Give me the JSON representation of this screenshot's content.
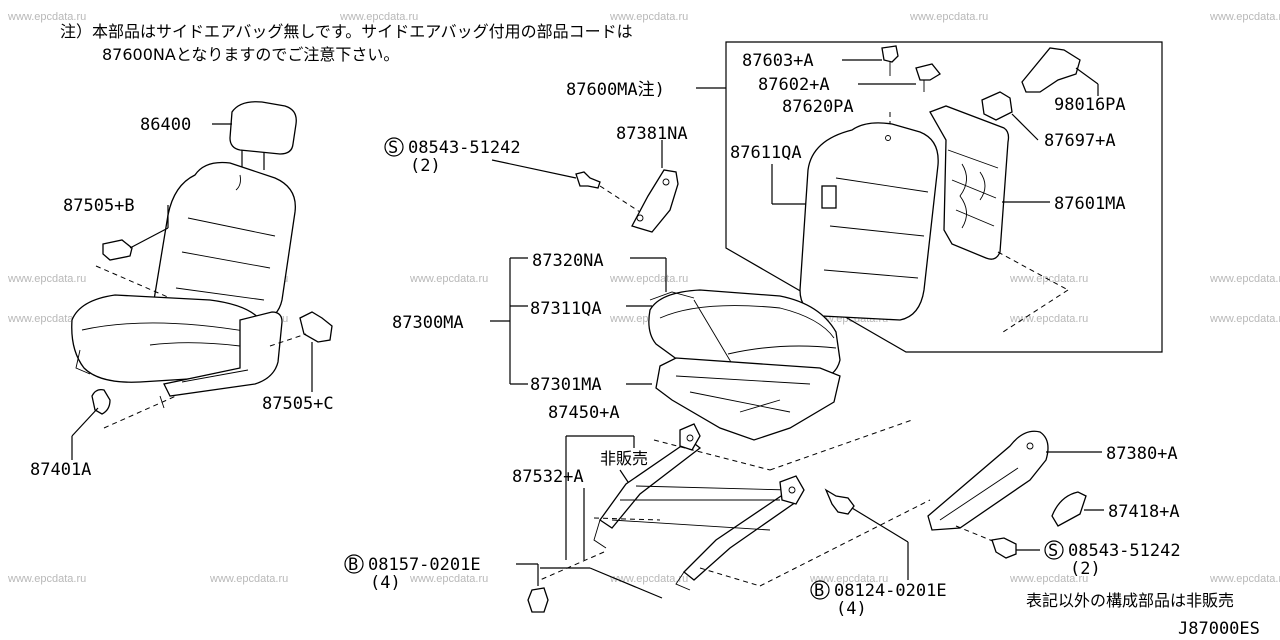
{
  "note": {
    "line1": "注）本部品はサイドエアバッグ無しです。サイドエアバッグ付用の部品コードは",
    "line2": "87600NAとなりますのでご注意下さい。"
  },
  "labels": {
    "p86400": "86400",
    "p87505b": "87505+B",
    "p87505c": "87505+C",
    "p87401a": "87401A",
    "bolt_s1": "08543-51242",
    "bolt_s1_qty": "(2)",
    "p87381na": "87381NA",
    "p87600ma": "87600MA注)",
    "p87603a": "87603+A",
    "p87602a": "87602+A",
    "p87620pa": "87620PA",
    "p87611qa": "87611QA",
    "p98016pa": "98016PA",
    "p87697a": "87697+A",
    "p87601ma": "87601MA",
    "p87320na": "87320NA",
    "p87300ma": "87300MA",
    "p87311qa": "87311QA",
    "p87301ma": "87301MA",
    "p87450a": "87450+A",
    "not_sold": "非販売",
    "p87532a": "87532+A",
    "bolt_b1": "08157-0201E",
    "bolt_b1_qty": "(4)",
    "bolt_b2": "08124-0201E",
    "bolt_b2_qty": "(4)",
    "p87380a": "87380+A",
    "p87418a": "87418+A",
    "bolt_s2": "08543-51242",
    "bolt_s2_qty": "(2)",
    "footnote": "表記以外の構成部品は非販売",
    "diagram_code": "J87000ES"
  },
  "markers": {
    "s": "S",
    "b": "B"
  },
  "watermark": "www.epcdata.ru"
}
